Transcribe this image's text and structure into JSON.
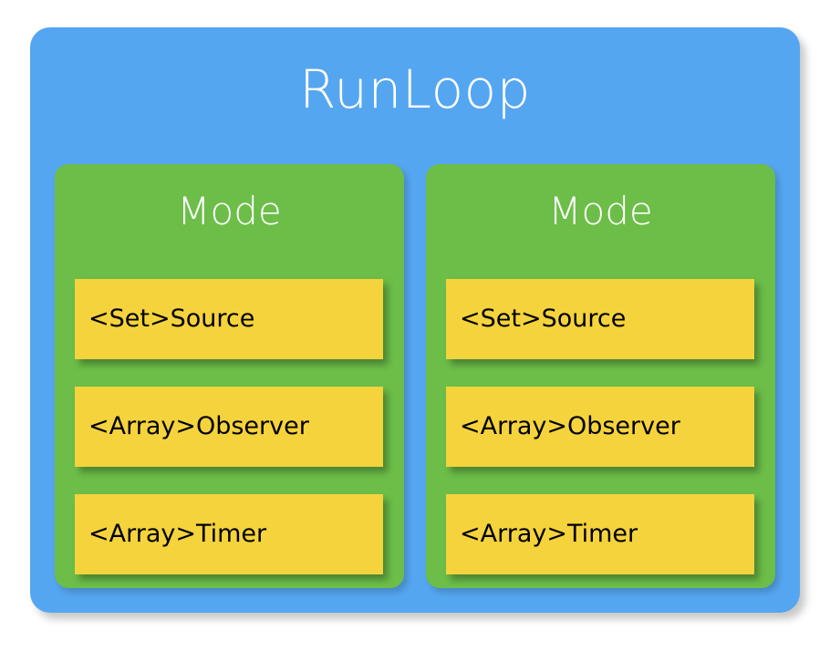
{
  "diagram": {
    "title": "RunLoop",
    "colors": {
      "container": "#55a6f0",
      "mode": "#6cbe48",
      "item": "#f5d33c",
      "title_text": "#ffffff",
      "item_text": "#000000"
    },
    "modes": [
      {
        "label": "Mode",
        "items": [
          {
            "label": "<Set>Source"
          },
          {
            "label": "<Array>Observer"
          },
          {
            "label": "<Array>Timer"
          }
        ]
      },
      {
        "label": "Mode",
        "items": [
          {
            "label": "<Set>Source"
          },
          {
            "label": "<Array>Observer"
          },
          {
            "label": "<Array>Timer"
          }
        ]
      }
    ]
  }
}
